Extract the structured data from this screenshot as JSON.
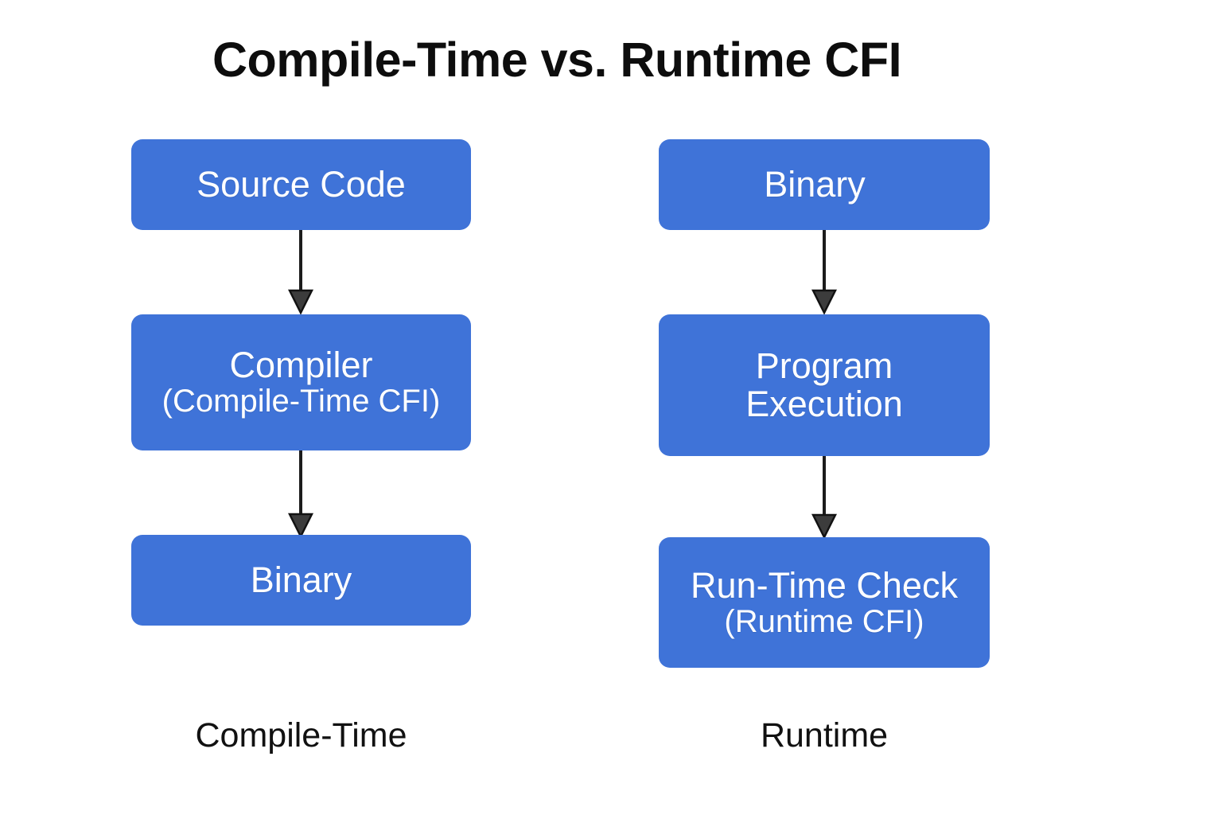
{
  "page": {
    "title": "Compile-Time vs. Runtime CFI",
    "background_color": "#ffffff",
    "box_color": "#3f73d8",
    "box_text_color": "#ffffff",
    "arrow_color": "#3c3c3c",
    "title_color": "#0d0d0d"
  },
  "columns": [
    {
      "id": "compile-time",
      "caption": "Compile-Time",
      "nodes": [
        {
          "id": "source-code",
          "primary": "Source Code",
          "secondary": ""
        },
        {
          "id": "compiler",
          "primary": "Compiler",
          "secondary": "(Compile-Time CFI)"
        },
        {
          "id": "binary-left",
          "primary": "Binary",
          "secondary": ""
        }
      ],
      "edges": [
        {
          "from": "source-code",
          "to": "compiler",
          "head": "arrow"
        },
        {
          "from": "compiler",
          "to": "binary-left",
          "head": "arrow"
        }
      ]
    },
    {
      "id": "runtime",
      "caption": "Runtime",
      "nodes": [
        {
          "id": "binary-right",
          "primary": "Binary",
          "secondary": ""
        },
        {
          "id": "program-execution",
          "primary": "Program",
          "secondary": "Execution"
        },
        {
          "id": "runtime-check",
          "primary": "Run-Time Check",
          "secondary": "(Runtime CFI)"
        }
      ],
      "edges": [
        {
          "from": "binary-right",
          "to": "program-execution",
          "head": "arrow"
        },
        {
          "from": "program-execution",
          "to": "runtime-check",
          "head": "arrow"
        }
      ]
    }
  ],
  "chart_data": {
    "type": "diagram",
    "title": "Compile-Time vs. Runtime CFI",
    "layout": "two-column flowchart, top-to-bottom",
    "nodes": [
      {
        "label": "Source Code",
        "column": "Compile-Time",
        "order": 1
      },
      {
        "label": "Compiler (Compile-Time CFI)",
        "column": "Compile-Time",
        "order": 2
      },
      {
        "label": "Binary",
        "column": "Compile-Time",
        "order": 3
      },
      {
        "label": "Binary",
        "column": "Runtime",
        "order": 1
      },
      {
        "label": "Program Execution",
        "column": "Runtime",
        "order": 2
      },
      {
        "label": "Run-Time Check (Runtime CFI)",
        "column": "Runtime",
        "order": 3
      }
    ],
    "edges": [
      {
        "from": "Source Code",
        "to": "Compiler (Compile-Time CFI)"
      },
      {
        "from": "Compiler (Compile-Time CFI)",
        "to": "Binary"
      },
      {
        "from": "Binary",
        "to": "Program Execution"
      },
      {
        "from": "Program Execution",
        "to": "Run-Time Check (Runtime CFI)"
      }
    ],
    "legend": [
      "Compile-Time",
      "Runtime"
    ]
  }
}
